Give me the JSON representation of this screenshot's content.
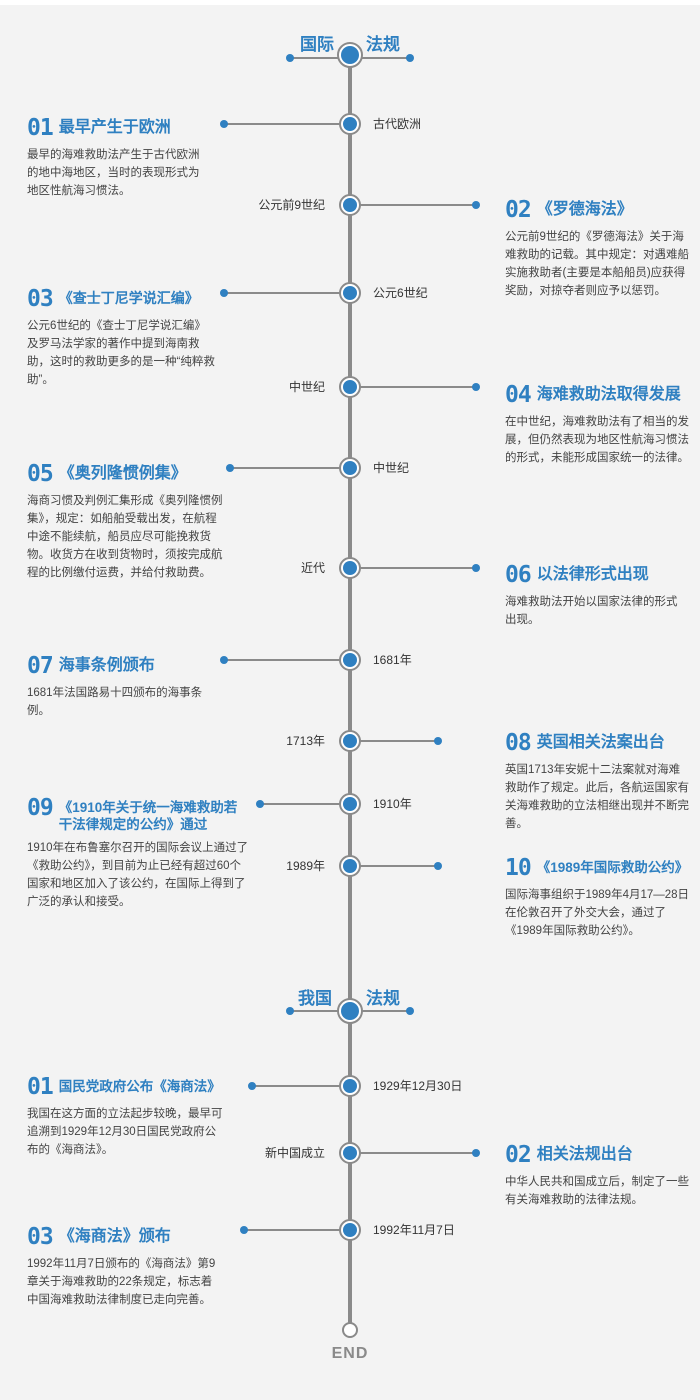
{
  "sections": {
    "intl": {
      "left": "国际",
      "right": "法规"
    },
    "domestic": {
      "left": "我国",
      "right": "法规"
    }
  },
  "end_label": "END",
  "periods": {
    "p1": "古代欧洲",
    "p2": "公元前9世纪",
    "p3": "公元6世纪",
    "p4": "中世纪",
    "p5": "中世纪",
    "p6": "近代",
    "p7": "1681年",
    "p8": "1713年",
    "p9": "1910年",
    "p10": "1989年",
    "d1": "1929年12月30日",
    "d2": "新中国成立",
    "d3": "1992年11月7日"
  },
  "intl_items": [
    {
      "num": "01",
      "title": "最早产生于欧洲",
      "body": "最早的海难救助法产生于古代欧洲的地中海地区，当时的表现形式为地区性航海习惯法。"
    },
    {
      "num": "02",
      "title": "《罗德海法》",
      "body": "公元前9世纪的《罗德海法》关于海难救助的记载。其中规定：对遇难船实施救助者(主要是本船船员)应获得奖励，对掠夺者则应予以惩罚。"
    },
    {
      "num": "03",
      "title": "《查士丁尼学说汇编》",
      "body": "公元6世纪的《查士丁尼学说汇编》及罗马法学家的著作中提到海南救助，这时的救助更多的是一种“纯粹救助”。"
    },
    {
      "num": "04",
      "title": "海难救助法取得发展",
      "body": "在中世纪，海难救助法有了相当的发展，但仍然表现为地区性航海习惯法的形式，未能形成国家统一的法律。"
    },
    {
      "num": "05",
      "title": "《奥列隆惯例集》",
      "body": "海商习惯及判例汇集形成《奥列隆惯例集》，规定：如船舶受载出发，在航程中途不能续航，船员应尽可能挽救货物。收货方在收到货物时，须按完成航程的比例缴付运费，并给付救助费。"
    },
    {
      "num": "06",
      "title": "以法律形式出现",
      "body": "海难救助法开始以国家法律的形式出现。"
    },
    {
      "num": "07",
      "title": "海事条例颁布",
      "body": "1681年法国路易十四颁布的海事条例。"
    },
    {
      "num": "08",
      "title": "英国相关法案出台",
      "body": "英国1713年安妮十二法案就对海难救助作了规定。此后，各航运国家有关海难救助的立法相继出现并不断完善。"
    },
    {
      "num": "09",
      "title": "《1910年关于统一海难救助若干法律规定的公约》通过",
      "body": "1910年在布鲁塞尔召开的国际会议上通过了《救助公约》，到目前为止已经有超过60个国家和地区加入了该公约，在国际上得到了广泛的承认和接受。"
    },
    {
      "num": "10",
      "title": "《1989年国际救助公约》",
      "body": "国际海事组织于1989年4月17—28日在伦敦召开了外交大会，通过了《1989年国际救助公约》。"
    }
  ],
  "domestic_items": [
    {
      "num": "01",
      "title": "国民党政府公布《海商法》",
      "body": "我国在这方面的立法起步较晚，最早可追溯到1929年12月30日国民党政府公布的《海商法》。"
    },
    {
      "num": "02",
      "title": "相关法规出台",
      "body": "中华人民共和国成立后，制定了一些有关海难救助的法律法规。"
    },
    {
      "num": "03",
      "title": "《海商法》颁布",
      "body": "1992年11月7日颁布的《海商法》第9章关于海难救助的22条规定，标志着中国海难救助法律制度已走向完善。"
    }
  ],
  "colors": {
    "accent": "#2f80c1",
    "spine": "#8a8a8a",
    "background": "#f3f3f3"
  }
}
